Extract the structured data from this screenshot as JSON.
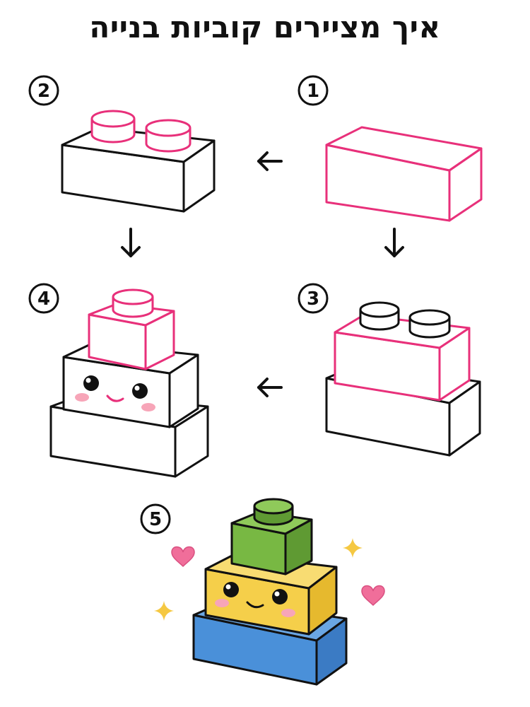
{
  "title": "איך מציירים קוביות בנייה",
  "steps": [
    {
      "number": "1"
    },
    {
      "number": "2"
    },
    {
      "number": "3"
    },
    {
      "number": "4"
    },
    {
      "number": "5"
    }
  ],
  "colors": {
    "new_line": "#e8307a",
    "outline": "#111111",
    "blue": "#4a90d9",
    "yellow": "#f5cf4a",
    "green": "#78b843",
    "heart": "#f06e9a",
    "sparkle": "#f5c842",
    "blush": "#f7a5b8"
  },
  "icons": [
    "arrow-left-icon",
    "arrow-down-icon",
    "heart-icon",
    "sparkle-icon"
  ]
}
